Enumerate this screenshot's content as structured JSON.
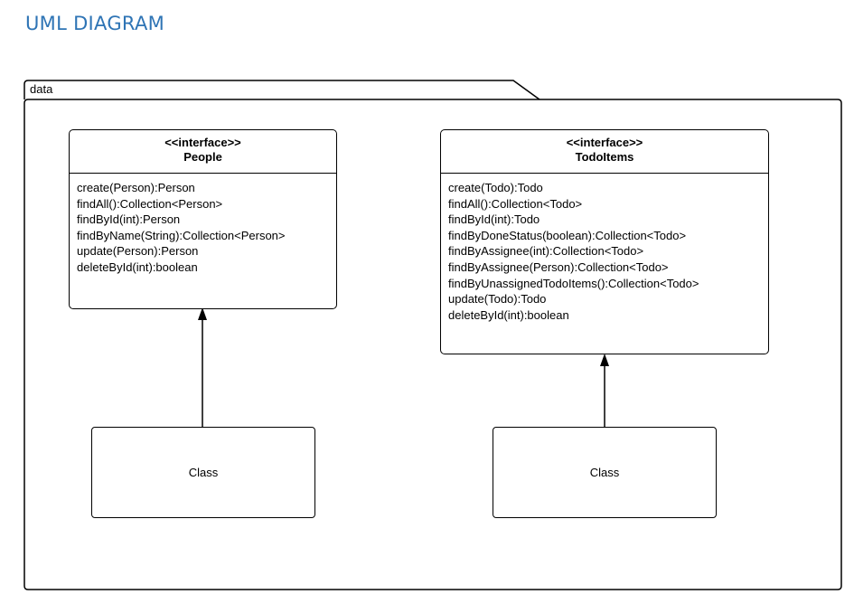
{
  "page": {
    "heading": "UML DIAGRAM"
  },
  "package": {
    "name": "data"
  },
  "interfaces": [
    {
      "stereotype": "<<interface>>",
      "name": "People",
      "operations": [
        "create(Person):Person",
        "findAll():Collection<Person>",
        "findById(int):Person",
        "findByName(String):Collection<Person>",
        "update(Person):Person",
        "deleteById(int):boolean"
      ]
    },
    {
      "stereotype": "<<interface>>",
      "name": "TodoItems",
      "operations": [
        "create(Todo):Todo",
        "findAll():Collection<Todo>",
        "findById(int):Todo",
        "findByDoneStatus(boolean):Collection<Todo>",
        "findByAssignee(int):Collection<Todo>",
        "findByAssignee(Person):Collection<Todo>",
        "findByUnassignedTodoItems():Collection<Todo>",
        "update(Todo):Todo",
        "deleteById(int):boolean"
      ]
    }
  ],
  "classes": [
    {
      "label": "Class"
    },
    {
      "label": "Class"
    }
  ]
}
